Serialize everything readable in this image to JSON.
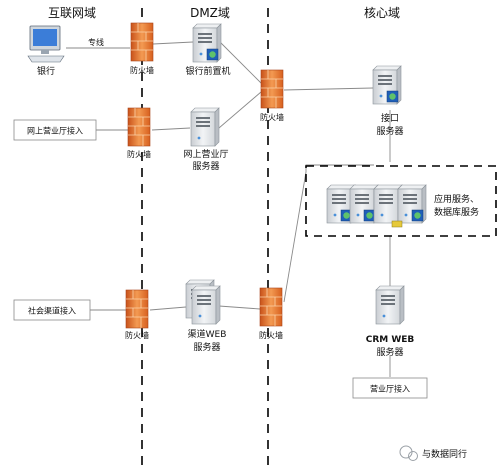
{
  "zones": {
    "internet": "互联网域",
    "dmz": "DMZ域",
    "core": "核心域"
  },
  "firewall_label": "防火墙",
  "bank": {
    "label": "银行",
    "line_label": "专线"
  },
  "bank_frontend": {
    "label": "银行前置机"
  },
  "online_hall_access": "网上营业厅接入",
  "online_hall_server": {
    "line1": "网上营业厅",
    "line2": "服务器"
  },
  "interface_server": {
    "line1": "接口",
    "line2": "服务器"
  },
  "app_db": {
    "line1": "应用服务、",
    "line2": "数据库服务"
  },
  "social_channel_access": "社会渠道接入",
  "channel_web": {
    "line1": "渠道WEB",
    "line2": "服务器"
  },
  "crm_web": {
    "line1": "CRM WEB",
    "line2": "服务器"
  },
  "hall_access": "营业厅接入",
  "watermark": "与数据同行",
  "colors": {
    "firewall": "#e8762c",
    "server_body": "#dfe3e7",
    "line": "#8a8a8a",
    "zone_divider": "#000000"
  }
}
